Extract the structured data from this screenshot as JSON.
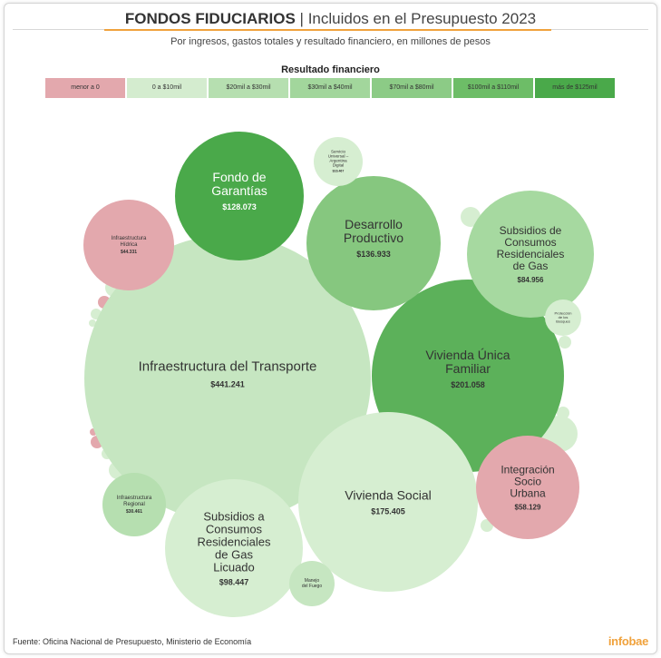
{
  "header": {
    "title_bold": "FONDOS FIDUCIARIOS",
    "title_sep": " | ",
    "title_rest": "Incluidos en el Presupuesto 2023",
    "subtitle": "Por ingresos, gastos totales y resultado financiero, en millones de pesos"
  },
  "legend": {
    "title": "Resultado financiero",
    "items": [
      {
        "label": "menor a 0",
        "color": "#e3a8ad"
      },
      {
        "label": "0 a $10mil",
        "color": "#d4eccf"
      },
      {
        "label": "$20mil a $30mil",
        "color": "#b6dfb0"
      },
      {
        "label": "$30mil a $40mil",
        "color": "#a2d69c"
      },
      {
        "label": "$70mil a $80mil",
        "color": "#8ccb86"
      },
      {
        "label": "$100mil a $110mil",
        "color": "#6dbd67"
      },
      {
        "label": "más de $125mil",
        "color": "#4aa94a"
      }
    ]
  },
  "chart_data": {
    "type": "bubble",
    "title": "FONDOS FIDUCIARIOS | Incluidos en el Presupuesto 2023",
    "subtitle": "Por ingresos, gastos totales y resultado financiero, en millones de pesos",
    "legend_title": "Resultado financiero",
    "series": [
      {
        "name": "Infraestructura del Transporte",
        "value": 441241,
        "value_label": "$441.241",
        "category": "0 a $10mil",
        "color": "#c6e6c1"
      },
      {
        "name": "Vivienda Única Familiar",
        "value": 201058,
        "value_label": "$201.058",
        "category": "más de $125mil",
        "color": "#5cb15a"
      },
      {
        "name": "Vivienda Social",
        "value": 175405,
        "value_label": "$175.405",
        "category": "0 a $10mil",
        "color": "#d6eed1"
      },
      {
        "name": "Desarrollo Productivo",
        "value": 136933,
        "value_label": "$136.933",
        "category": "$70mil a $80mil",
        "color": "#86c77f"
      },
      {
        "name": "Fondo de Garantías",
        "value": 128073,
        "value_label": "$128.073",
        "category": "más de $125mil",
        "color": "#4aa94a"
      },
      {
        "name": "Subsidios a Consumos Residenciales de Gas Licuado",
        "value": 98447,
        "value_label": "$98.447",
        "category": "0 a $10mil",
        "color": "#d6eed1"
      },
      {
        "name": "Subsidios de Consumos Residenciales de Gas",
        "value": 84956,
        "value_label": "$84.956",
        "category": "$20mil a $30mil",
        "color": "#a6d9a0"
      },
      {
        "name": "Integración Socio Urbana",
        "value": 58129,
        "value_label": "$58.129",
        "category": "menor a 0",
        "color": "#e3a8ad"
      },
      {
        "name": "Infraestructura Hídrica",
        "value": 44331,
        "value_label": "$44.331",
        "category": "menor a 0",
        "color": "#e3a8ad"
      },
      {
        "name": "Infraestructura Regional",
        "value": 30461,
        "value_label": "$30.461",
        "category": "$20mil a $30mil",
        "color": "#b6dfb0"
      },
      {
        "name": "Manejo del Fuego",
        "value": 11000,
        "value_label": "",
        "category": "0 a $10mil",
        "color": "#c6e6c1"
      },
      {
        "name": "Servicio Universal – Argentina Digital",
        "value": 16467,
        "value_label": "$16.467",
        "category": "0 a $10mil",
        "color": "#d6eed1"
      },
      {
        "name": "Protección de los Bosques",
        "value": 4000,
        "value_label": "",
        "category": "0 a $10mil",
        "color": "#d6eed1"
      }
    ]
  },
  "footer": {
    "source": "Fuente: Oficina Nacional de Presupuesto, Ministerio de Economía",
    "brand": "infobae"
  }
}
